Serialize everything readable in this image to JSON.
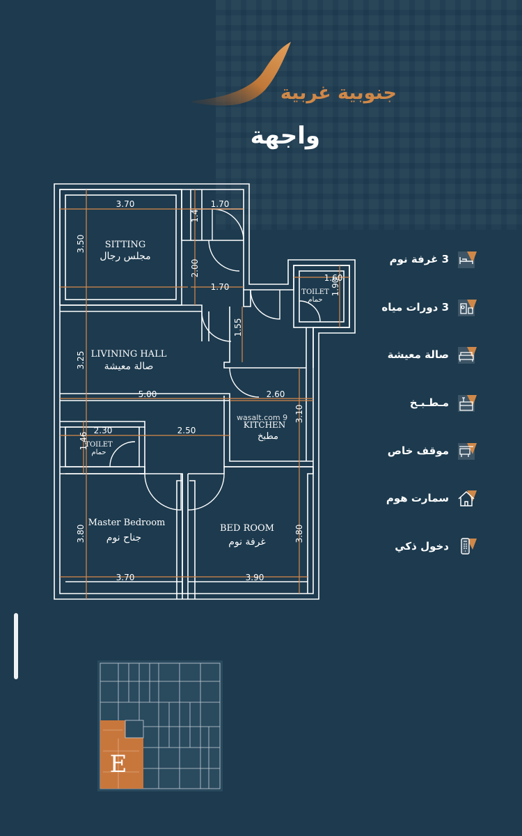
{
  "brand": {
    "name": "جنوبية غربية"
  },
  "facade": {
    "label": "واجهة"
  },
  "plan": {
    "rooms": {
      "sitting": {
        "en": "SITTING",
        "ar": "مجلس رجال"
      },
      "living": {
        "en": "LIVINING HALL",
        "ar": "صالة معيشة"
      },
      "kitchen": {
        "en": "KITCHEN",
        "ar": "مطبخ"
      },
      "toilet_right": {
        "en": "TOILET",
        "ar": "حمام"
      },
      "toilet_left": {
        "en": "TOILET",
        "ar": "حمام"
      },
      "master": {
        "en": "Master Bedroom",
        "ar": "جناح نوم"
      },
      "bed": {
        "en": "BED ROOM",
        "ar": "غرفة نوم"
      }
    },
    "dims": {
      "sitting_w": "3.70",
      "sitting_h": "3.50",
      "stair_w": "1.70",
      "stair_top_h": "1.4",
      "stair_h": "2.00",
      "stair_w2": "1.70",
      "toilet_w": "1.60",
      "toilet_h": "1.90",
      "corridor_h": "1.55",
      "living_h": "3.25",
      "living_w": "5.00",
      "kitchen_w": "2.60",
      "kitchen_h": "3.10",
      "toilet_left_w": "2.30",
      "toilet_left_h": "1.46",
      "hall_w": "2.50",
      "master_h": "3.80",
      "master_w": "3.70",
      "bed_w": "3.90",
      "bed_h": "3.80"
    }
  },
  "features": [
    {
      "label": "3 غرفة نوم",
      "icon": "bed-icon"
    },
    {
      "label": "3 دورات مياه",
      "icon": "bath-icon"
    },
    {
      "label": "صالة معيشة",
      "icon": "sofa-icon"
    },
    {
      "label": "مـطـبـخ",
      "icon": "kitchen-icon"
    },
    {
      "label": "موقف خاص",
      "icon": "parking-icon"
    },
    {
      "label": "سمارت هوم",
      "icon": "smart-home-icon"
    },
    {
      "label": "دخول ذكي",
      "icon": "smart-lock-icon"
    }
  ],
  "key_plan": {
    "unit_letter": "E"
  },
  "watermark": "wasalt.com 9",
  "colors": {
    "background": "#1d3a4e",
    "accent": "#d08848",
    "lines": "#ffffff",
    "dims": "#d9894a"
  }
}
